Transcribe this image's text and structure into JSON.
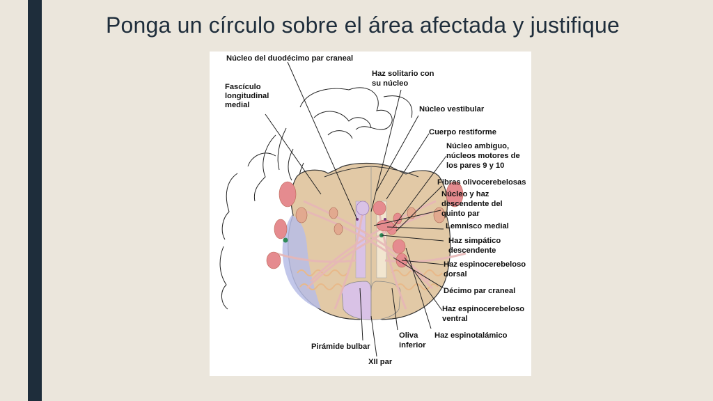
{
  "slide": {
    "title": "Ponga un círculo sobre el área afectada y justifique"
  },
  "figure": {
    "labels": {
      "hypoglossal_nucleus": "Núcleo del duodécimo par craneal",
      "mlf_1": "Fascículo",
      "mlf_2": "longitudinal",
      "mlf_3": "medial",
      "solitary_1": "Haz solitario con",
      "solitary_2": "su núcleo",
      "vestibular": "Núcleo vestibular",
      "restiform": "Cuerpo restiforme",
      "ambiguus_1": "Núcleo ambiguo,",
      "ambiguus_2": "núcleos motores de",
      "ambiguus_3": "los pares 9 y 10",
      "olivocerebellar": "Fibras olivocerebelosas",
      "trigeminal_1": "Núcleo y haz",
      "trigeminal_2": "descendente del",
      "trigeminal_3": "quinto par",
      "medial_lemniscus": "Lemnisco medial",
      "sympathetic_1": "Haz simpático",
      "sympathetic_2": "descendente",
      "dorsal_sc_1": "Haz espinocerebeloso",
      "dorsal_sc_2": "dorsal",
      "vagus": "Décimo par craneal",
      "ventral_sc_1": "Haz espinocerebeloso",
      "ventral_sc_2": "ventral",
      "spinothalamic": "Haz espinotalámico",
      "pyramid": "Pirámide bulbar",
      "inferior_olive_1": "Oliva",
      "inferior_olive_2": "inferior",
      "xii_nerve": "XII par"
    },
    "colors": {
      "tan": "#e2c9a6",
      "pink": "#e58b8f",
      "lavender": "#d9c2e6",
      "blue_lesion": "#b7bde6",
      "green_dot": "#2e8b57",
      "tract_pink": "#e7b7b7"
    }
  }
}
